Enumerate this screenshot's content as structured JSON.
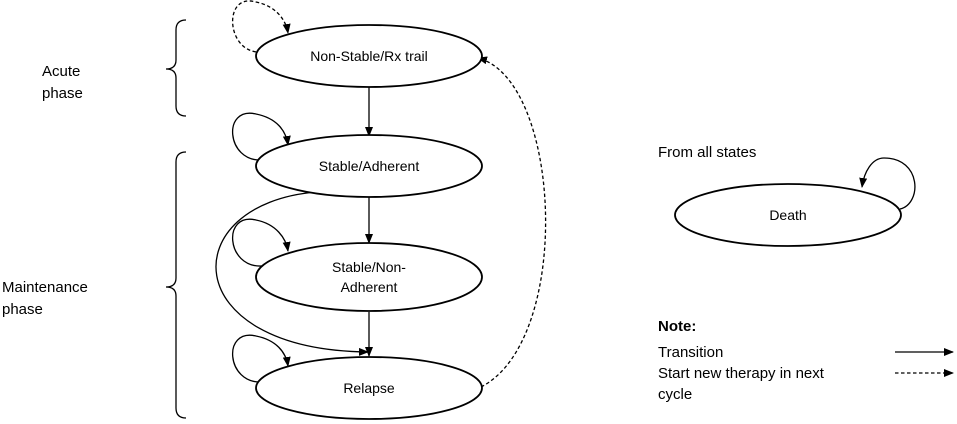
{
  "phases": {
    "acute": [
      "Acute",
      "phase"
    ],
    "maintenance": [
      "Maintenance",
      "phase"
    ]
  },
  "states": {
    "non_stable": "Non-Stable/Rx trail",
    "stable_adherent": "Stable/Adherent",
    "stable_non_adherent": [
      "Stable/Non-",
      "Adherent"
    ],
    "relapse": "Relapse",
    "death": "Death"
  },
  "from_all_states": "From all states",
  "note": {
    "title": "Note:",
    "transition": "Transition",
    "new_therapy": [
      "Start new therapy in next",
      "cycle"
    ]
  },
  "colors": {
    "stroke": "#000000",
    "background": "#ffffff"
  }
}
